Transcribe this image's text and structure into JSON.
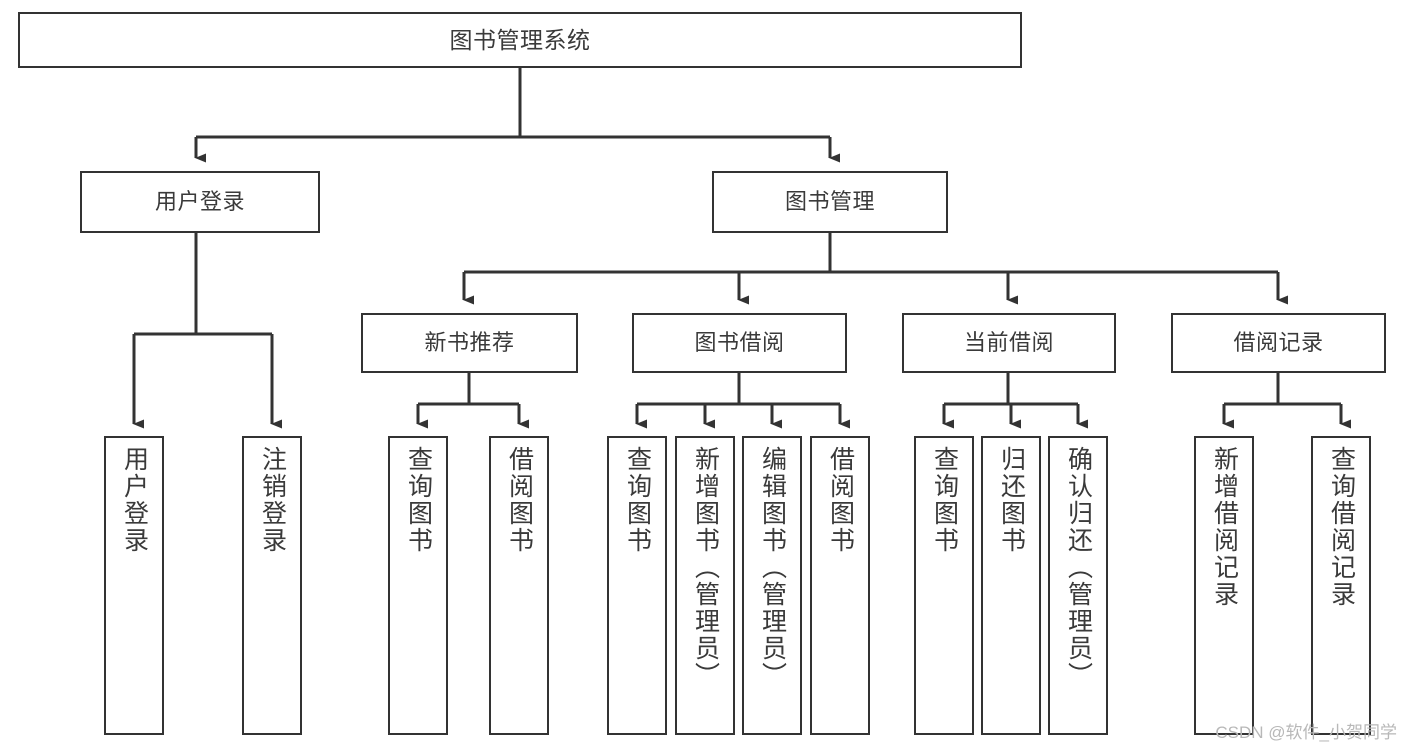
{
  "diagram": {
    "title": "图书管理系统",
    "type": "hierarchy-tree",
    "style": {
      "background": "#ffffff",
      "box_fill": "#ffffff",
      "box_stroke": "#333333",
      "connector_stroke": "#333333",
      "text_color": "#3a3a3a"
    },
    "root": {
      "label": "图书管理系统"
    },
    "level2": [
      {
        "label": "用户登录"
      },
      {
        "label": "图书管理"
      }
    ],
    "level3": [
      {
        "label": "新书推荐"
      },
      {
        "label": "图书借阅"
      },
      {
        "label": "当前借阅"
      },
      {
        "label": "借阅记录"
      }
    ],
    "leaves": {
      "user_login": [
        {
          "label": "用户登录"
        },
        {
          "label": "注销登录"
        }
      ],
      "new_book_recommend": [
        {
          "label": "查询图书"
        },
        {
          "label": "借阅图书"
        }
      ],
      "book_borrow": [
        {
          "label": "查询图书"
        },
        {
          "label": "新增图书（管理员）"
        },
        {
          "label": "编辑图书（管理员）"
        },
        {
          "label": "借阅图书"
        }
      ],
      "current_borrow": [
        {
          "label": "查询图书"
        },
        {
          "label": "归还图书"
        },
        {
          "label": "确认归还（管理员）"
        }
      ],
      "borrow_record": [
        {
          "label": "新增借阅记录"
        },
        {
          "label": "查询借阅记录"
        }
      ]
    }
  },
  "watermark": {
    "text": "CSDN @软件_小贺同学"
  }
}
